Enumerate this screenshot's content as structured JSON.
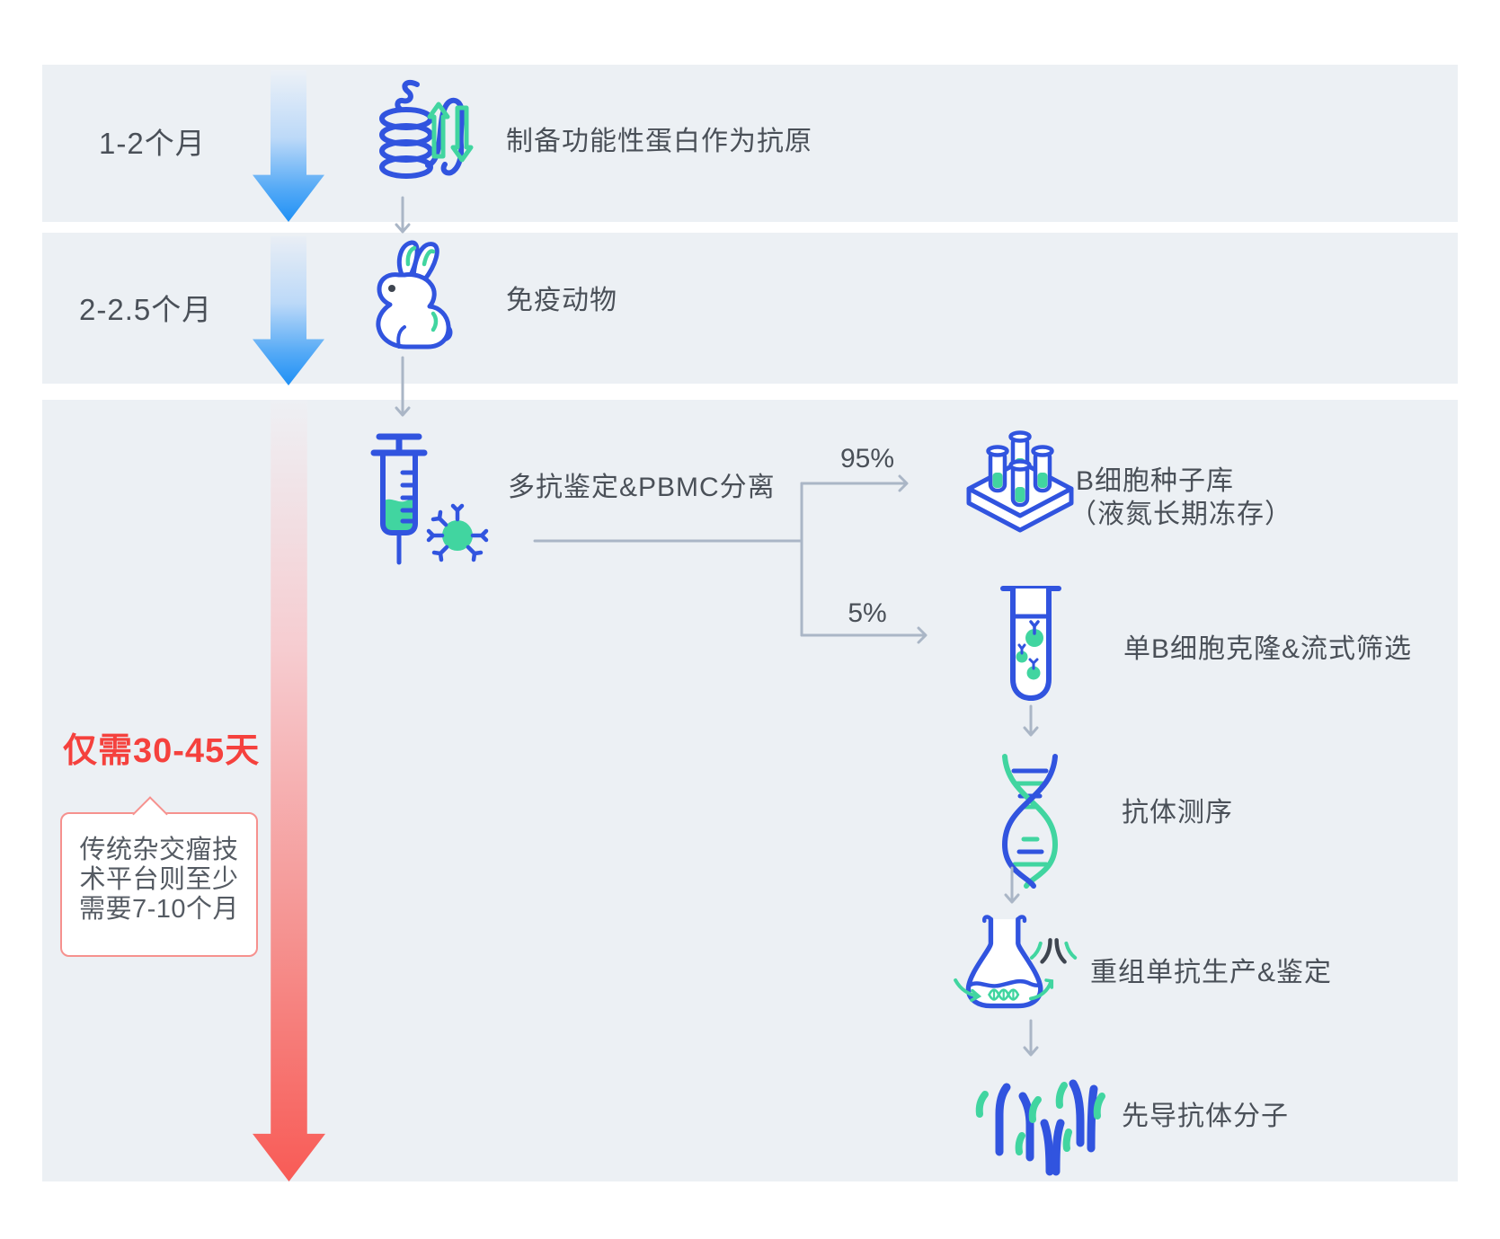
{
  "palette": {
    "band_bg": "#ECF0F4",
    "icon_blue": "#3154DF",
    "icon_green": "#41D5A0",
    "icon_dark": "#3E4550",
    "arrow_blue": "#1F90F5",
    "arrow_red": "#F85B56",
    "highlight_red": "#F5413D",
    "text": "#4A5058",
    "connector_gray": "#AAB6C6",
    "note_border": "#F6918E"
  },
  "phases": {
    "phase1": {
      "duration": "1-2个月",
      "label": "制备功能性蛋白作为抗原",
      "icon": "protein-icon"
    },
    "phase2": {
      "duration": "2-2.5个月",
      "label": "免疫动物",
      "icon": "rabbit-icon"
    },
    "phase3": {
      "duration_highlight": "仅需30-45天",
      "comparison_note": "传统杂交瘤技术平台则至少需要7-10个月",
      "step_label": "多抗鉴定&PBMC分离",
      "icon": "syringe-icon",
      "branch_95": {
        "percent": "95%",
        "line1": "B细胞种子库",
        "line2": "（液氮长期冻存）",
        "icon": "tube-rack-icon"
      },
      "branch_5": {
        "percent": "5%",
        "label": "单B细胞克隆&流式筛选",
        "icon": "test-tube-icon"
      },
      "steps": [
        {
          "label": "抗体测序",
          "icon": "dna-icon"
        },
        {
          "label": "重组单抗生产&鉴定",
          "icon": "flask-icon"
        },
        {
          "label": "先导抗体分子",
          "icon": "antibody-icon"
        }
      ]
    }
  }
}
